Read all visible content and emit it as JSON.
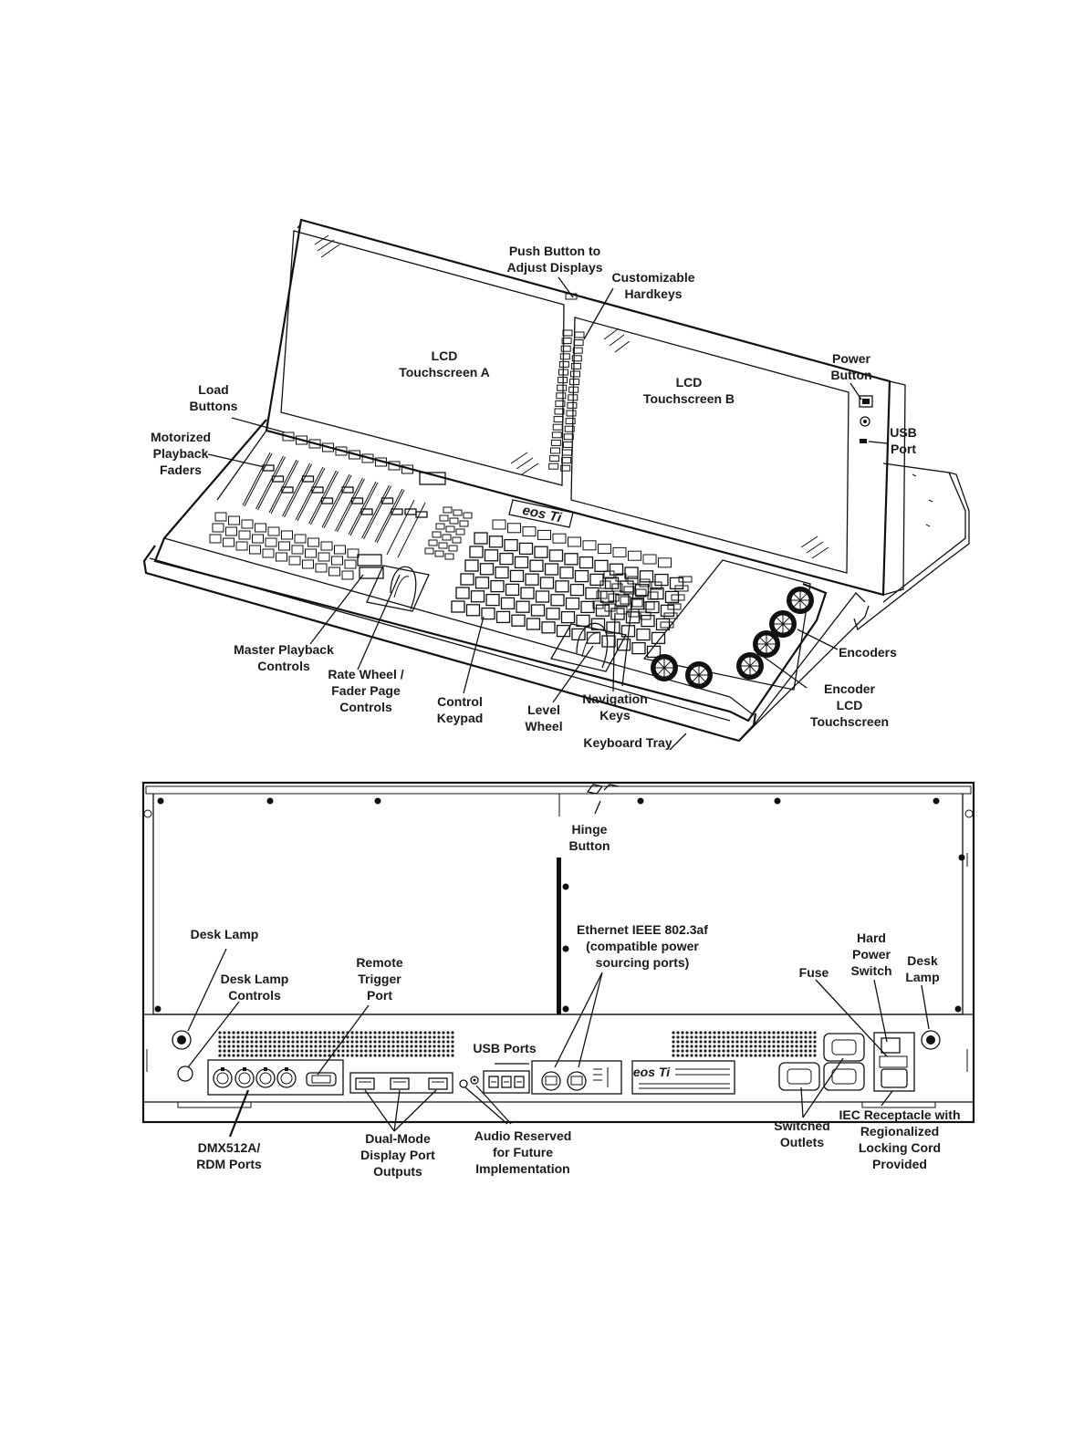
{
  "console_view": {
    "labels": {
      "push_button": [
        "Push Button to",
        "Adjust Displays"
      ],
      "customizable_hardkeys": [
        "Customizable",
        "Hardkeys"
      ],
      "lcd_a": [
        "LCD",
        "Touchscreen A"
      ],
      "lcd_b": [
        "LCD",
        "Touchscreen B"
      ],
      "power_button": [
        "Power",
        "Button"
      ],
      "usb_port": [
        "USB",
        "Port"
      ],
      "load_buttons": [
        "Load",
        "Buttons"
      ],
      "motorized_faders": [
        "Motorized",
        "Playback",
        "Faders"
      ],
      "master_playback": [
        "Master Playback",
        "Controls"
      ],
      "rate_wheel": [
        "Rate Wheel /",
        "Fader Page",
        "Controls"
      ],
      "control_keypad": [
        "Control",
        "Keypad"
      ],
      "level_wheel": [
        "Level",
        "Wheel"
      ],
      "navigation_keys": [
        "Navigation",
        "Keys"
      ],
      "keyboard_tray": [
        "Keyboard Tray"
      ],
      "encoders": [
        "Encoders"
      ],
      "encoder_lcd": [
        "Encoder",
        "LCD",
        "Touchscreen"
      ]
    },
    "logo": "eos Ti"
  },
  "rear_view": {
    "labels": {
      "hinge_button": [
        "Hinge",
        "Button"
      ],
      "desk_lamp_left": [
        "Desk Lamp"
      ],
      "desk_lamp_controls": [
        "Desk Lamp",
        "Controls"
      ],
      "remote_trigger": [
        "Remote",
        "Trigger",
        "Port"
      ],
      "ethernet": [
        "Ethernet IEEE 802.3af",
        "(compatible power",
        "sourcing ports)"
      ],
      "usb_ports": [
        "USB Ports"
      ],
      "fuse": [
        "Fuse"
      ],
      "hard_power_switch": [
        "Hard",
        "Power",
        "Switch"
      ],
      "desk_lamp_right": [
        "Desk",
        "Lamp"
      ],
      "dmx_ports": [
        "DMX512A/",
        "RDM Ports"
      ],
      "display_port_outputs": [
        "Dual-Mode",
        "Display Port",
        "Outputs"
      ],
      "audio_reserved": [
        "Audio Reserved",
        "for Future",
        "Implementation"
      ],
      "switched_outlets": [
        "Switched",
        "Outlets"
      ],
      "iec_receptacle": [
        "IEC Receptacle with",
        "Regionalized",
        "Locking Cord",
        "Provided"
      ]
    },
    "logo": "eos Ti"
  }
}
